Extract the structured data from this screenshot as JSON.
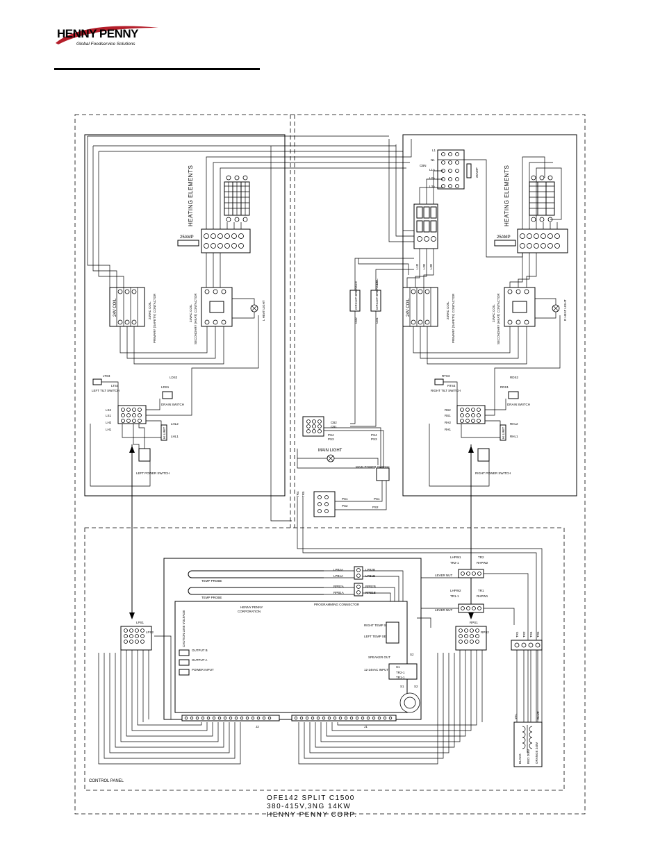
{
  "brand": {
    "name": "HENNY PENNY",
    "tagline": "Global Foodservice Solutions",
    "color": "#1a1a1a",
    "swoosh_color": "#b41e2a"
  },
  "labels": {
    "heating_elements": "HEATING ELEMENTS",
    "amp25": "25AMP",
    "primary_contactor": "PRIMARY (SAFETY) CONTACTOR",
    "secondary_contactor": "SECONDARY (HEAT) CONTACTOR",
    "coil_24v": "24V COIL",
    "coil_24vac": "24VAC COIL",
    "heat_light": "HEAT LIGHT",
    "left_heat_light": "L HEAT LIGHT",
    "right_heat_light": "R HEAT LIGHT",
    "circuit_breaker": "CIRCUIT BREAKER",
    "left_tilt_switch": "LEFT TILT SWITCH",
    "right_tilt_switch": "RIGHT TILT SWITCH",
    "drain_switch": "DRAIN SWITCH",
    "hi_limit": "HI LIMIT",
    "left_power_switch": "LEFT POWER SWITCH",
    "right_power_switch": "RIGHT POWER SWITCH",
    "main_light": "MAIN LIGHT",
    "main_power_switch": "MAIN POWER SWITCH",
    "lever_nut": "LEVER NUT",
    "temp_probe": "TEMP PROBE",
    "board_company": "HENNY PENNY",
    "board_corp": "CORPORATION",
    "caution": "CAUTION LINE VOLTAGE",
    "output_b": "OUTPUT B",
    "output_a": "OUTPUT A",
    "power_input": "POWER INPUT",
    "right_temp_sensor": "RIGHT TEMP SENSOR",
    "left_temp_sensor": "LEFT TEMP SENSOR",
    "speaker_out": "SPEAKER OUT",
    "input_12_24vac": "12-24VAC INPUT",
    "programming_connector": "PROGRAMMING CONNECTOR",
    "control_panel": "CONTROL PANEL",
    "black": "BLACK",
    "red_208v": "RED 208V",
    "blue": "BLUE",
    "yel": "YEL",
    "orange_240v": "ORANGE 240V"
  },
  "tags": {
    "s2": "S2",
    "s1": "S1",
    "lps1": "LPS1",
    "lps2": "LPS2",
    "rps1": "RPS1",
    "rps2": "RPS2",
    "lhpw1": "LHPW1",
    "lhpw2": "LHPW2",
    "tr1": "TR1",
    "tr2": "TR2",
    "tr1_1": "TR1-1",
    "tr2_1": "TR2-1",
    "rhpw1": "RHPW1",
    "rhpw2": "RHPW2",
    "lpb2a": "LPB2A",
    "lpb1a": "LPB1A",
    "lpb2b": "LPB2B",
    "lpb1b": "LPB1B",
    "rpb2a": "RPB2A",
    "rpb1a": "RPB1A",
    "rpb2b": "RPB2B",
    "rpb1b": "RPB1B",
    "ps1": "PS1",
    "ps2": "PS2",
    "ps3": "PS3",
    "ps4": "PS4",
    "cb1": "CB1",
    "cb2": "CB2",
    "ls1": "LS1",
    "ls2": "LS2",
    "lh1": "LH1",
    "lh2": "LH2",
    "rs1": "RS1",
    "rs2": "RS2",
    "rh1": "RH1",
    "rh2": "RH2",
    "lts3": "LTS3",
    "lts4": "LTS4",
    "rts3": "RTS3",
    "rts4": "RTS4",
    "lds1": "LDS1",
    "lds2": "LDS2",
    "rds1": "RDS1",
    "rds2": "RDS2",
    "lhl1": "LHL1",
    "lhl2": "LHL2",
    "rhl1": "RHL1",
    "rhl2": "RHL2",
    "l1": "L1",
    "n1": "N1",
    "l1a": "L1A",
    "l2a": "L2A",
    "l3a": "L3A",
    "l1d": "L1D",
    "l2d": "L2D",
    "l3d": "L3D",
    "cbn": "CBN",
    "cbl": "CBL",
    "tr4": "TR4",
    "tr5": "TR5",
    "tr3": "TR3",
    "j1": "J1",
    "j2": "J2"
  },
  "footer": {
    "line1": "OFE142 SPLIT C1500",
    "line2": "380-415V,3NG 14KW",
    "line3": "HENNY PENNY CORP."
  }
}
